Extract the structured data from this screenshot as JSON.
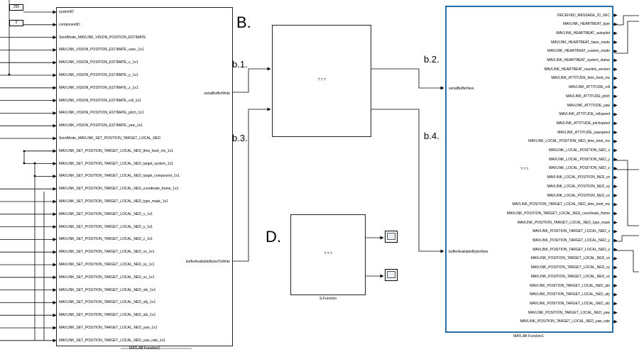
{
  "labels": {
    "B": "B.",
    "D": "D.",
    "b1": "b.1.",
    "b2": "b.2.",
    "b3": "b.3.",
    "b4": "b.4."
  },
  "constants": {
    "c255": "255",
    "c0": "0"
  },
  "function2": {
    "title": "MATLAB Function2",
    "inputs": [
      "systemID",
      "componentID",
      "SendMode_MAVLINK_VISION_POSITION_ESTIMATE",
      "MAVLINK_VISION_POSITION_ESTIMATE_usec_1x1",
      "MAVLINK_VISION_POSITION_ESTIMATE_x_1x1",
      "MAVLINK_VISION_POSITION_ESTIMATE_y_1x1",
      "MAVLINK_VISION_POSITION_ESTIMATE_z_1x1",
      "MAVLINK_VISION_POSITION_ESTIMATE_roll_1x1",
      "MAVLINK_VISION_POSITION_ESTIMATE_pitch_1x1",
      "MAVLINK_VISION_POSITION_ESTIMATE_yaw_1x1",
      "SendMode_MAVLINK_SET_POSITION_TARGET_LOCAL_NED",
      "MAVLINK_SET_POSITION_TARGET_LOCAL_NED_time_boot_ms_1x1",
      "MAVLINK_SET_POSITION_TARGET_LOCAL_NED_target_system_1x1",
      "MAVLINK_SET_POSITION_TARGET_LOCAL_NED_target_component_1x1",
      "MAVLINK_SET_POSITION_TARGET_LOCAL_NED_coordinate_frame_1x1",
      "MAVLINK_SET_POSITION_TARGET_LOCAL_NED_type_mask_1x1",
      "MAVLINK_SET_POSITION_TARGET_LOCAL_NED_x_1x1",
      "MAVLINK_SET_POSITION_TARGET_LOCAL_NED_y_1x1",
      "MAVLINK_SET_POSITION_TARGET_LOCAL_NED_z_1x1",
      "MAVLINK_SET_POSITION_TARGET_LOCAL_NED_vx_1x1",
      "MAVLINK_SET_POSITION_TARGET_LOCAL_NED_vy_1x1",
      "MAVLINK_SET_POSITION_TARGET_LOCAL_NED_vz_1x1",
      "MAVLINK_SET_POSITION_TARGET_LOCAL_NED_afx_1x1",
      "MAVLINK_SET_POSITION_TARGET_LOCAL_NED_afy_1x1",
      "MAVLINK_SET_POSITION_TARGET_LOCAL_NED_afz_1x1",
      "MAVLINK_SET_POSITION_TARGET_LOCAL_NED_yaw_1x1",
      "MAVLINK_SET_POSITION_TARGET_LOCAL_NED_yaw_rate_1x1"
    ],
    "outputs": {
      "serial": "serialBufferWrite",
      "bytes": "bufferAvailableBytesToWrite"
    }
  },
  "blockB": {
    "text": "? ? ?"
  },
  "sfunction": {
    "text": "? ? ?",
    "caption": "S-Function"
  },
  "function1": {
    "title": "MATLAB Function1",
    "center_text": "? ? ?",
    "inputs": {
      "serial": "serialBufferNew",
      "bytes": "bufferAvailableBytesNew"
    },
    "outputs": [
      "RECEIVED_MESSAGE_ID_VEC",
      "MAVLINK_HEARTBEAT_type",
      "MAVLINK_HEARTBEAT_autopilot",
      "MAVLINK_HEARTBEAT_base_mode",
      "MAVLINK_HEARTBEAT_custom_mode",
      "MAVLINK_HEARTBEAT_system_status",
      "MAVLINK_HEARTBEAT_mavlink_version",
      "MAVLINK_ATTITUDE_time_boot_ms",
      "MAVLINK_ATTITUDE_roll",
      "MAVLINK_ATTITUDE_pitch",
      "MAVLINK_ATTITUDE_yaw",
      "MAVLINK_ATTITUDE_rollspeed",
      "MAVLINK_ATTITUDE_pitchspeed",
      "MAVLINK_ATTITUDE_yawspeed",
      "MAVLINK_LOCAL_POSITION_NED_time_boot_ms",
      "MAVLINK_LOCAL_POSITION_NED_x",
      "MAVLINK_LOCAL_POSITION_NED_y",
      "MAVLINK_LOCAL_POSITION_NED_z",
      "MAVLINK_LOCAL_POSITION_NED_vx",
      "MAVLINK_LOCAL_POSITION_NED_vy",
      "MAVLINK_LOCAL_POSITION_NED_vz",
      "MAVLINK_POSITION_TARGET_LOCAL_NED_time_boot_ms",
      "MAVLINK_POSITION_TARGET_LOCAL_NED_coordinate_frame",
      "MAVLINK_POSITION_TARGET_LOCAL_NED_type_mask",
      "MAVLINK_POSITION_TARGET_LOCAL_NED_x",
      "MAVLINK_POSITION_TARGET_LOCAL_NED_y",
      "MAVLINK_POSITION_TARGET_LOCAL_NED_z",
      "MAVLINK_POSITION_TARGET_LOCAL_NED_vx",
      "MAVLINK_POSITION_TARGET_LOCAL_NED_vy",
      "MAVLINK_POSITION_TARGET_LOCAL_NED_vz",
      "MAVLINK_POSITION_TARGET_LOCAL_NED_afx",
      "MAVLINK_POSITION_TARGET_LOCAL_NED_afy",
      "MAVLINK_POSITION_TARGET_LOCAL_NED_afz",
      "MAVLINK_POSITION_TARGET_LOCAL_NED_yaw",
      "MAVLINK_POSITION_TARGET_LOCAL_NED_yaw_rate"
    ]
  }
}
